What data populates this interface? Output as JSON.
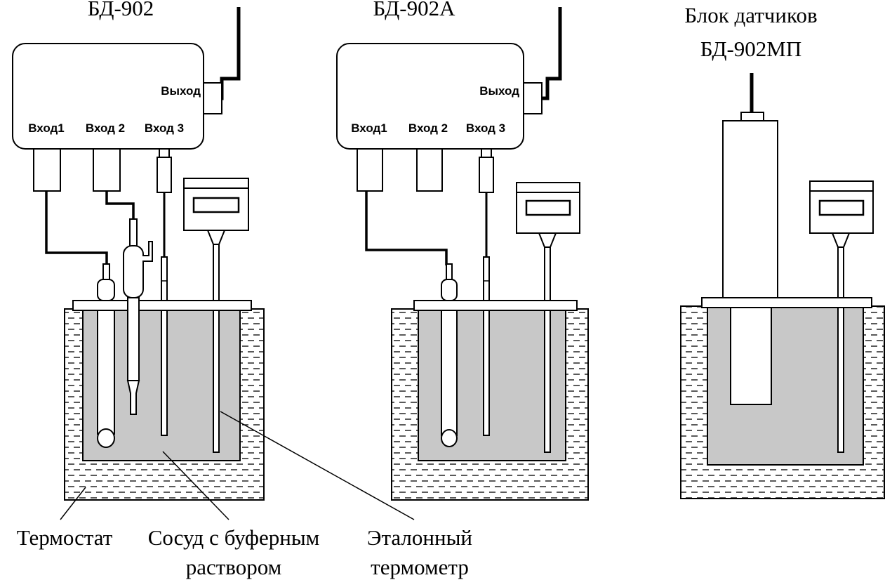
{
  "units": [
    {
      "title": "БД-902",
      "port_labels": [
        "Вход1",
        "Вход 2",
        "Вход 3"
      ],
      "output_label": "Выход"
    },
    {
      "title": "БД-902А",
      "port_labels": [
        "Вход1",
        "Вход 2",
        "Вход 3"
      ],
      "output_label": "Выход"
    },
    {
      "title_line1": "Блок датчиков",
      "title_line2": "БД-902МП"
    }
  ],
  "callouts": {
    "thermostat": "Термостат",
    "vessel_line1": "Сосуд с буферным",
    "vessel_line2": "раствором",
    "thermometer_line1": "Эталонный",
    "thermometer_line2": "термометр"
  },
  "colors": {
    "line": "#000000",
    "solution_fill": "#c8c8c8",
    "bath_fill": "#ffffff"
  }
}
